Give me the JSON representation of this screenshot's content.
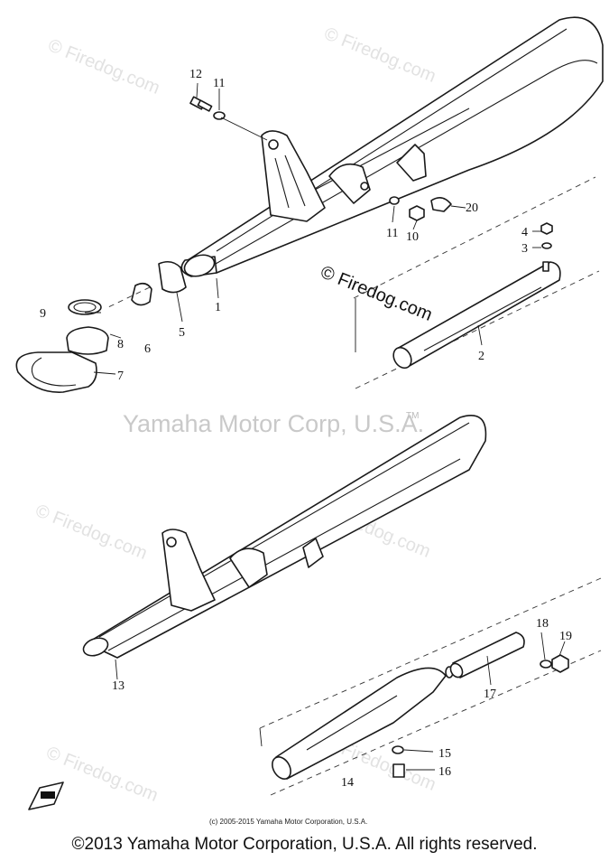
{
  "watermark": {
    "site": "© Firedog.com",
    "center": "Yamaha Motor Corp, U.S.A.",
    "trademark": "TM",
    "overlay": "© Firedog.com"
  },
  "callouts": {
    "c1": "1",
    "c2": "2",
    "c3": "3",
    "c4": "4",
    "c5": "5",
    "c6": "6",
    "c7": "7",
    "c8": "8",
    "c9": "9",
    "c10": "10",
    "c11a": "11",
    "c11b": "11",
    "c12": "12",
    "c13": "13",
    "c14": "14",
    "c15": "15",
    "c16": "16",
    "c17": "17",
    "c18": "18",
    "c19": "19",
    "c20": "20"
  },
  "small_copyright": "(c) 2005-2015 Yamaha Motor Corporation, U.S.A.",
  "copyright": "©2013 Yamaha Motor Corporation, U.S.A. All rights reserved.",
  "colors": {
    "line": "#1a1a1a",
    "watermark": "#e2e2e2",
    "background": "#ffffff"
  },
  "icons": {
    "corner_logo": "fwd-logo-icon"
  }
}
